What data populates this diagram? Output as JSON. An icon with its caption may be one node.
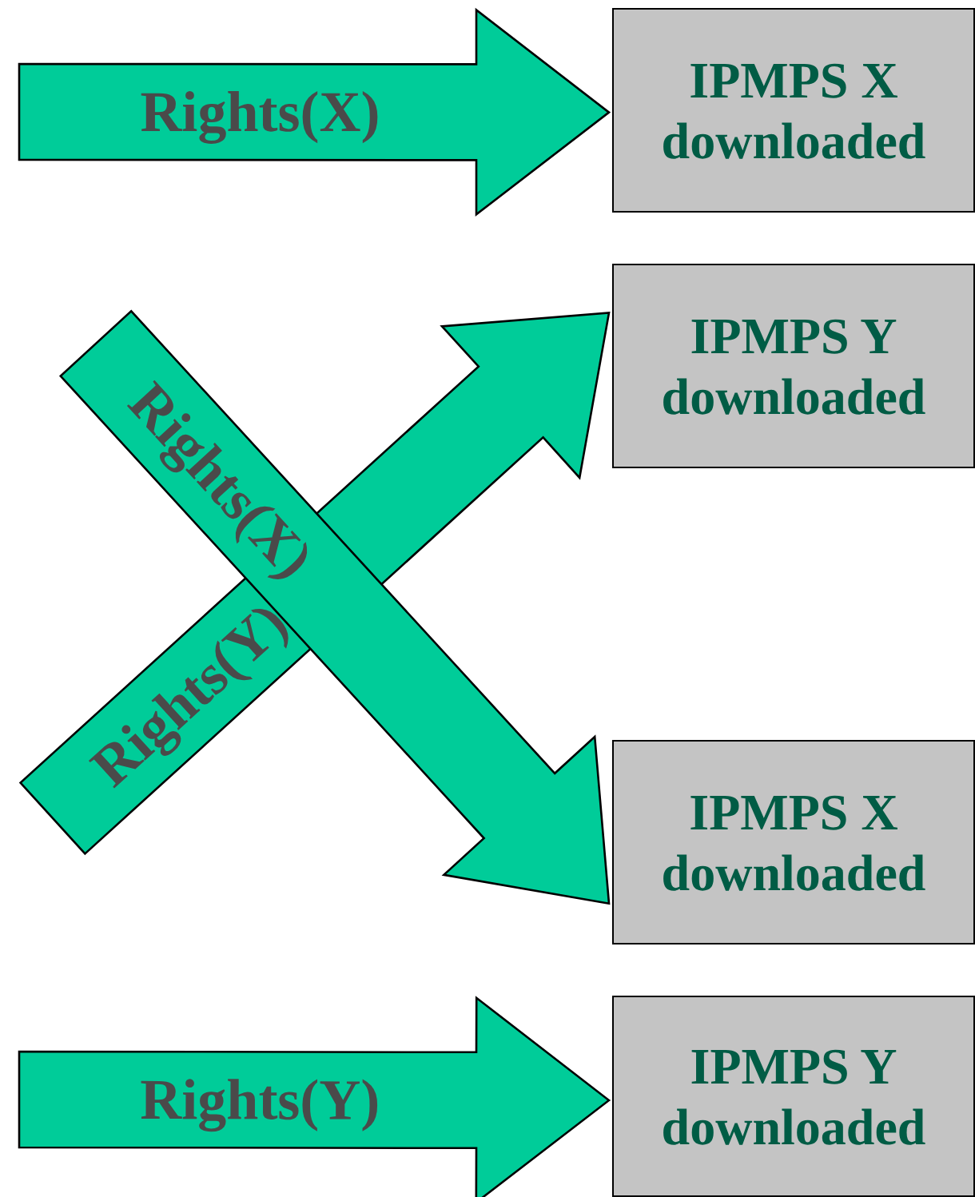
{
  "diagram": {
    "nodes": [
      {
        "text": [
          "IPMPS X downloaded"
        ]
      },
      {
        "text": [
          "IPMPS Y downloaded"
        ]
      },
      {
        "text": [
          "IPMPS X downloaded"
        ]
      },
      {
        "text": [
          "IPMPS Y downloaded"
        ]
      }
    ],
    "edges": [
      {
        "from": null,
        "to": 0,
        "arrow": "to",
        "label": "Rights(X)"
      },
      {
        "from": null,
        "to": 2,
        "arrow": "to",
        "label": "Rights(X)"
      },
      {
        "from": null,
        "to": 1,
        "arrow": "to",
        "label": "Rights(Y)"
      },
      {
        "from": null,
        "to": 3,
        "arrow": "to",
        "label": "Rights(Y)"
      }
    ]
  }
}
